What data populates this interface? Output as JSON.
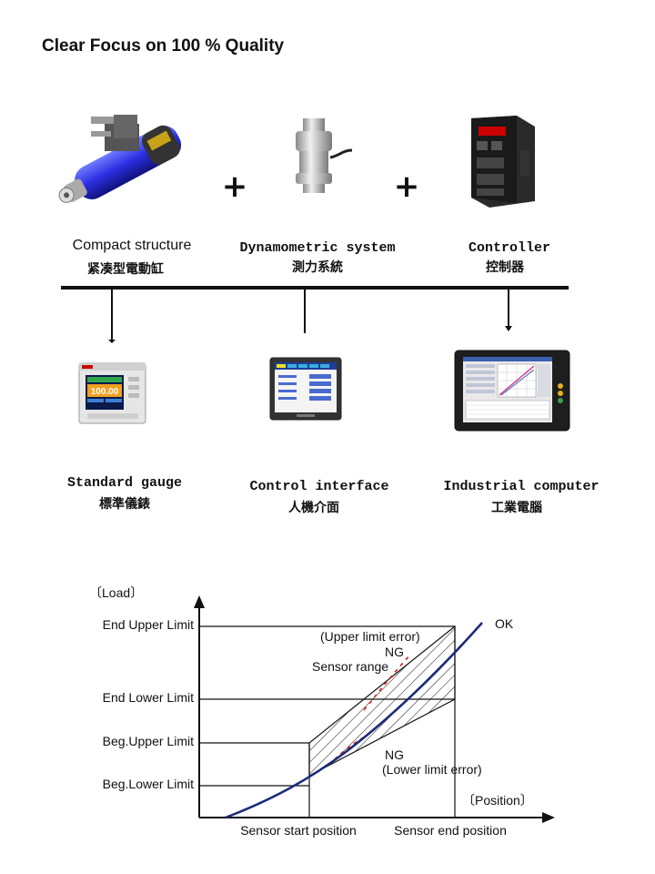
{
  "header": {
    "title": "Clear Focus on 100 % Quality"
  },
  "top_row": {
    "plus_symbol": "+",
    "items": [
      {
        "label_en": "Compact structure",
        "label_zh": "紧凑型電動缸"
      },
      {
        "label_en": "Dynamometric system",
        "label_zh": "測力系統"
      },
      {
        "label_en": "Controller",
        "label_zh": "控制器"
      }
    ]
  },
  "bottom_row": {
    "items": [
      {
        "label_en": "Standard gauge",
        "label_zh": "標準儀錶"
      },
      {
        "label_en": "Control interface",
        "label_zh": "人機介面"
      },
      {
        "label_en": "Industrial computer",
        "label_zh": "工業電腦"
      }
    ]
  },
  "gauge_display": {
    "value": "100.00"
  },
  "chart_data": {
    "type": "line",
    "ylabel": "〔Load〕",
    "xlabel": "〔Position〕",
    "y_levels": [
      {
        "name": "End Upper Limit",
        "value": 4
      },
      {
        "name": "End Lower Limit",
        "value": 3
      },
      {
        "name": "Beg.Upper Limit",
        "value": 2
      },
      {
        "name": "Beg.Lower Limit",
        "value": 1
      }
    ],
    "x_markers": [
      {
        "name": "Sensor start position",
        "value": 1
      },
      {
        "name": "Sensor end position",
        "value": 2
      }
    ],
    "annotations": {
      "ok": "OK",
      "upper_error": "(Upper limit error)",
      "ng_upper": "NG",
      "sensor_range": "Sensor range",
      "ng_lower": "NG",
      "lower_error": "(Lower limit error)"
    },
    "colors": {
      "curve": "#1c2b7a",
      "ng_curve": "#d81e1e"
    }
  }
}
